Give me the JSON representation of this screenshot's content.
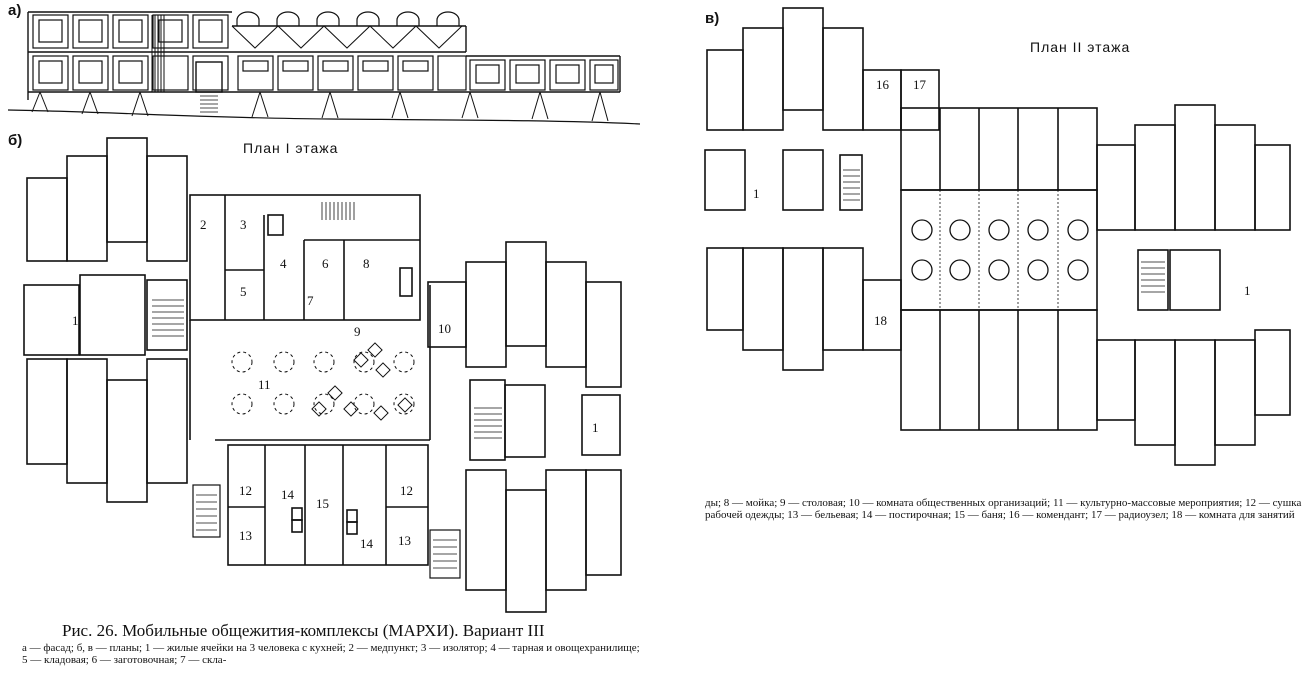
{
  "panels": {
    "a_label": "а)",
    "b_label": "б)",
    "v_label": "в)",
    "plan1_title": "План I этажа",
    "plan2_title": "План II этажа"
  },
  "plan1_rooms": [
    "1",
    "2",
    "3",
    "4",
    "5",
    "6",
    "7",
    "8",
    "9",
    "10",
    "11",
    "12",
    "14",
    "15",
    "12",
    "13",
    "14",
    "13",
    "1"
  ],
  "plan2_rooms": [
    "16",
    "17",
    "1",
    "18",
    "1"
  ],
  "caption": {
    "figure": "Рис. 26. Мобильные общежития-комплексы (МАРХИ). Вариант III",
    "legend_left": "а — фасад; б, в — планы; 1 — жилые ячейки на 3 человека с кухней; 2 — медпункт; 3 — изолятор; 4 — тарная и овощехранилище; 5 — кладовая; 6 — заготовочная; 7 — скла-",
    "legend_right": "ды; 8 — мойка; 9 — столовая; 10 — комната общественных организаций; 11 — культурно-массовые мероприятия; 12 — сушка рабочей одежды; 13 — бельевая; 14 — постирочная; 15 — баня; 16 — комендант; 17 — радиоузел; 18 — комната для занятий"
  }
}
